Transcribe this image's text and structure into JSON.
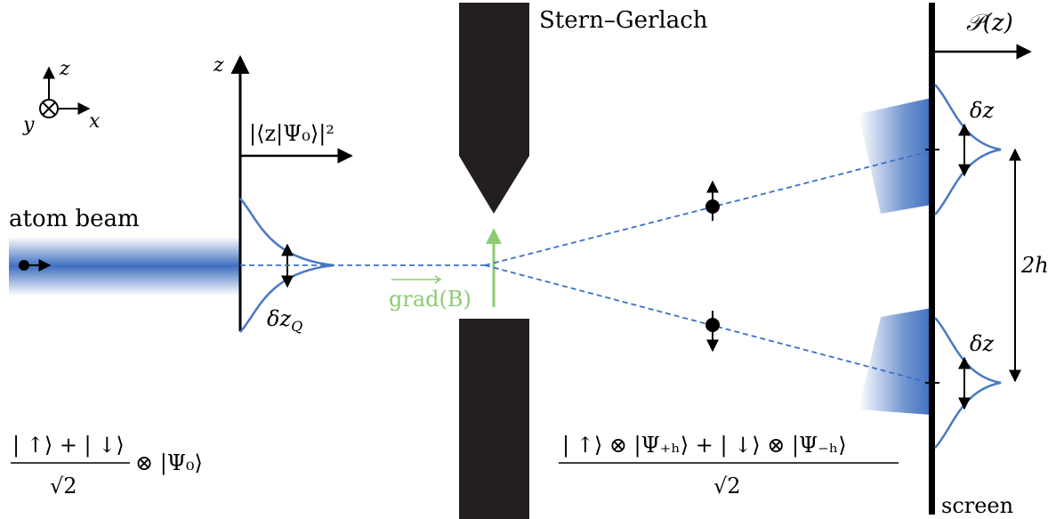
{
  "labels": {
    "magnet": "Stern–Gerlach",
    "pz": "𝒫(z)",
    "axis_z": "z",
    "axis_x": "x",
    "axis_y": "y",
    "beam": "atom beam",
    "profile_axis": "z",
    "profile": "|⟨z|Ψ₀⟩|²",
    "width_q": "δz",
    "width_q_sub": "Q",
    "grad": "grad(B)",
    "delta_top": "δz",
    "delta_bottom": "δz",
    "separation": "2h",
    "screen": "screen",
    "init_num": "| ↑⟩ + | ↓⟩",
    "init_den": "√2",
    "init_tail": "⊗ |Ψ₀⟩",
    "final_num": "| ↑⟩ ⊗ |Ψ₊ₕ⟩ + | ↓⟩ ⊗ |Ψ₋ₕ⟩",
    "final_den": "√2"
  },
  "colors": {
    "beam": "#3f6fc0",
    "gaussian": "#4a78c4",
    "path": "#3a72c2",
    "grad": "#8dcb72",
    "magnet": "#231f20"
  }
}
